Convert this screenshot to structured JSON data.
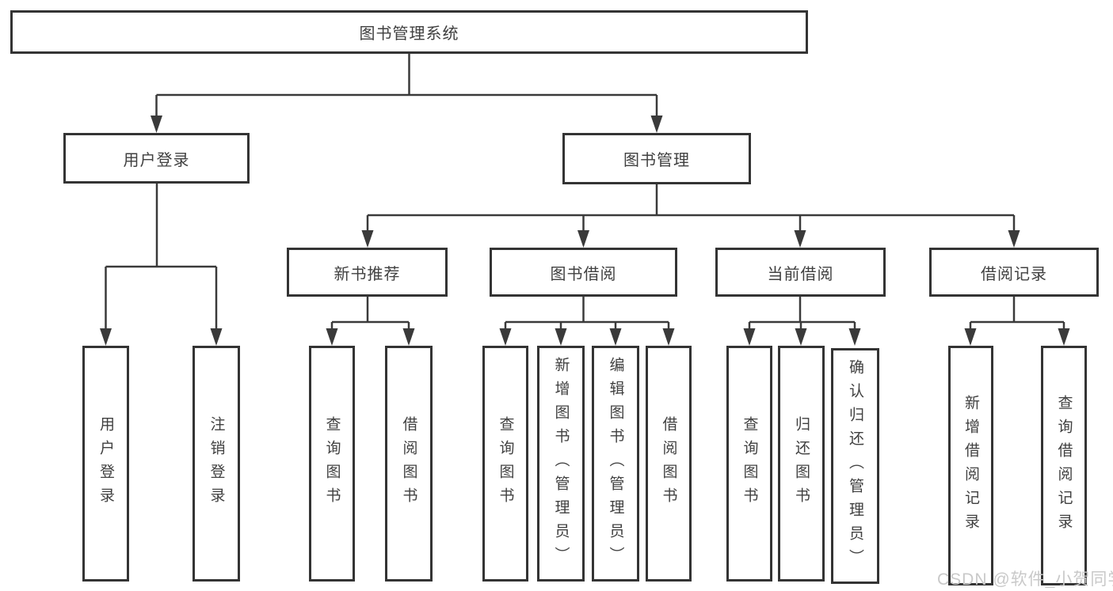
{
  "tree": {
    "label": "图书管理系统",
    "children": [
      {
        "label": "用户登录",
        "children": [
          {
            "label": "用户登录"
          },
          {
            "label": "注销登录"
          }
        ]
      },
      {
        "label": "图书管理",
        "children": [
          {
            "label": "新书推荐",
            "children": [
              {
                "label": "查询图书"
              },
              {
                "label": "借阅图书"
              }
            ]
          },
          {
            "label": "图书借阅",
            "children": [
              {
                "label": "查询图书"
              },
              {
                "label": "新增图书（管理员）"
              },
              {
                "label": "编辑图书（管理员）"
              },
              {
                "label": "借阅图书"
              }
            ]
          },
          {
            "label": "当前借阅",
            "children": [
              {
                "label": "查询图书"
              },
              {
                "label": "归还图书"
              },
              {
                "label": "确认归还（管理员）"
              }
            ]
          },
          {
            "label": "借阅记录",
            "children": [
              {
                "label": "新增借阅记录"
              },
              {
                "label": "查询借阅记录"
              }
            ]
          }
        ]
      }
    ]
  },
  "watermark": {
    "text": "CSDN @软件_小贺同学"
  },
  "colors": {
    "line": "#3a3a3a",
    "box_border": "#343434",
    "text": "#404040",
    "watermark": "#c9c9c9",
    "background": "#ffffff"
  }
}
